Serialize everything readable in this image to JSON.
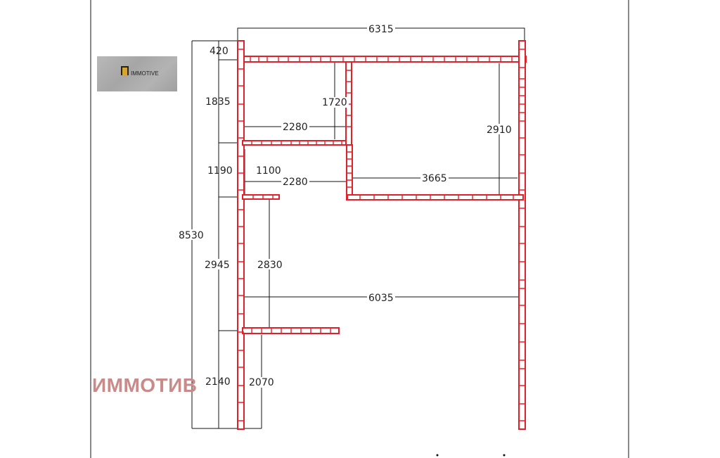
{
  "logo": {
    "text": "IMMOTIVE"
  },
  "watermark": {
    "text": "ИММОТИВ"
  },
  "dimensions": {
    "overall_width": "6315",
    "overall_height": "8530",
    "top_wall": "420",
    "left_upper_room": "1835",
    "inner_upper_room": "1720",
    "upper_room_width": "2280",
    "right_room_height": "2910",
    "corridor_left": "1190",
    "corridor_niche": "1100",
    "corridor_width": "2280",
    "right_room_width": "3665",
    "hall_left": "2945",
    "hall_inner": "2830",
    "hall_width": "6035",
    "bottom_left": "2140",
    "bottom_inner": "2070"
  }
}
